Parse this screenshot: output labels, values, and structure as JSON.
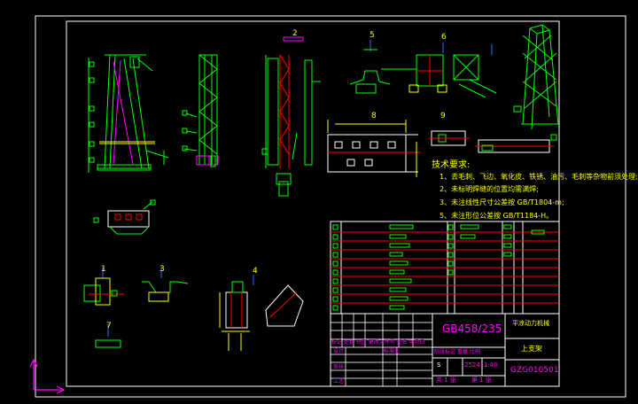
{
  "colors": {
    "background": "#000000",
    "frame": "#ffffff",
    "part_green": "#00ff00",
    "annotation_yellow": "#ffff00",
    "table_red": "#ff0000",
    "table_magenta": "#ff00ff",
    "section_blue": "#3a6cff"
  },
  "section_marks": {
    "s2": "2",
    "s5": "5",
    "s6": "6",
    "s8": "8",
    "s9": "9",
    "s4": "4",
    "s1": "1",
    "s3": "3",
    "s7": "7"
  },
  "tech_notes": {
    "heading": "技术要求:",
    "items": [
      "1、去毛刺、飞边、氧化皮、铁锈、油污、毛刺等杂物前须处理;",
      "2、未标明焊缝的位置均需满焊;",
      "3、未注线性尺寸公差按 GB/T1804-m;",
      "5、未注形位公差按 GB/T1184-H。"
    ]
  },
  "title_block": {
    "standard": "GB458/235",
    "company": "平凉动力机械",
    "part_name": "上支架",
    "drawing_code": "GZG010501",
    "scale": "1:40",
    "weight": "2524",
    "sheet_total": "共 1 张",
    "sheet_no": "第 1 张",
    "stage_mark": "S",
    "header_labels": "标记 处数 分区 更改文件号 签名 年月日",
    "side_labels": [
      "设计",
      "审核",
      "工艺"
    ],
    "mid_label": "标准化",
    "stage_labels": "阶段标记 重量 比例"
  },
  "status": {
    "ucs_icon": "ucs-icon"
  }
}
